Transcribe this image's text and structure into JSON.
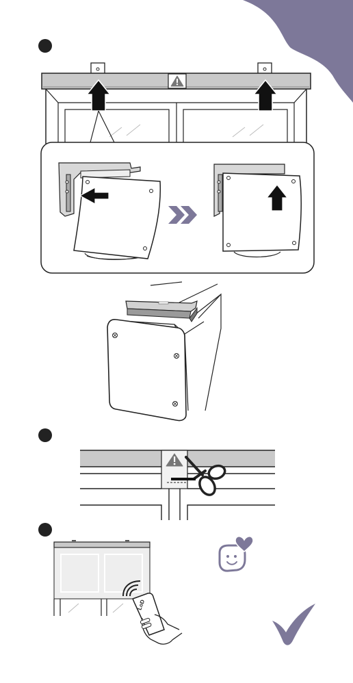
{
  "colors": {
    "accent": "#7d7899",
    "step_dot": "#222222",
    "line": "#222222",
    "rail": "#c6c6c6",
    "panel_bg": "#ffffff",
    "arrow_fill": "#111111"
  },
  "steps": [
    {
      "id": 1,
      "label": ""
    },
    {
      "id": 2,
      "label": ""
    },
    {
      "id": 3,
      "label": ""
    }
  ],
  "icons": {
    "warning": "warning-triangle-icon",
    "chevrons": "double-chevron-right-icon",
    "scissors": "scissors-icon",
    "signal": "wireless-signal-icon",
    "remote": "remote-control-icon",
    "smiley": "happy-face-heart-icon",
    "check": "checkmark-icon"
  },
  "remote": {
    "brand_text": "LoD"
  }
}
